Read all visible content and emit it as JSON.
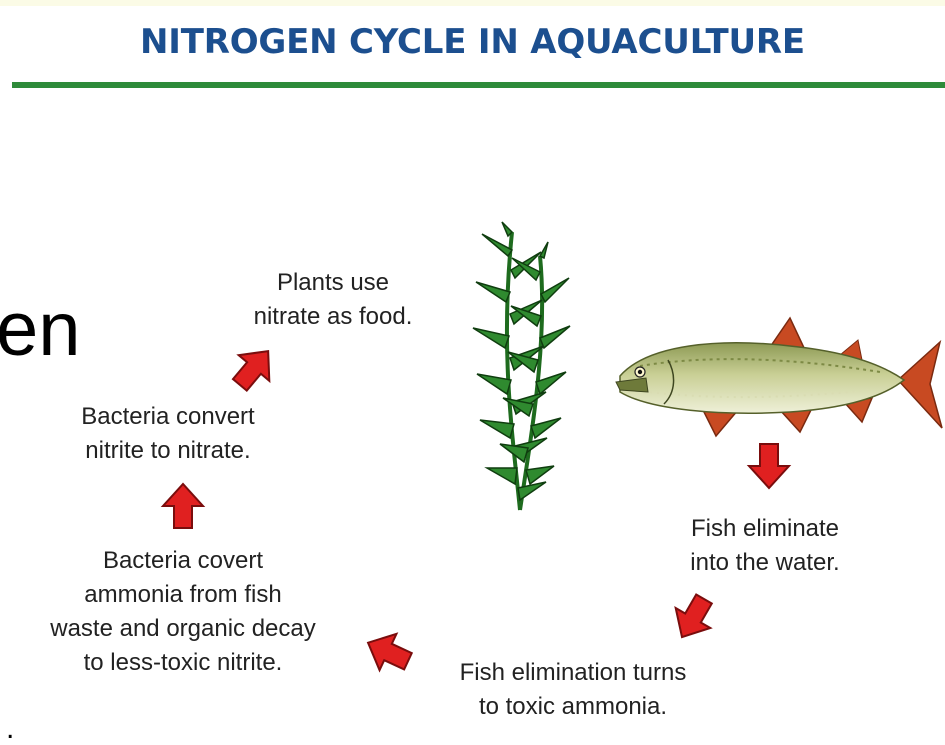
{
  "title": "NITROGEN CYCLE IN AQUACULTURE",
  "background_text": {
    "word_fragment": "en",
    "bottom_fragment": "."
  },
  "labels": {
    "plants": [
      "Plants use",
      "nitrate as food."
    ],
    "nitrite_to_nitrate": [
      "Bacteria convert",
      "nitrite to nitrate."
    ],
    "ammonia_to_nitrite": [
      "Bacteria covert",
      "ammonia from fish",
      "waste and organic decay",
      "to less-toxic nitrite."
    ],
    "fish_eliminate": [
      "Fish eliminate",
      "into the water."
    ],
    "toxic_ammonia": [
      "Fish elimination turns",
      "to toxic ammonia."
    ]
  },
  "colors": {
    "title": "#1c4f8f",
    "rule": "#2e8b3a",
    "arrow": "#e02020",
    "arrow_outline": "#7a0d0d",
    "plant": "#2f8a2f"
  }
}
